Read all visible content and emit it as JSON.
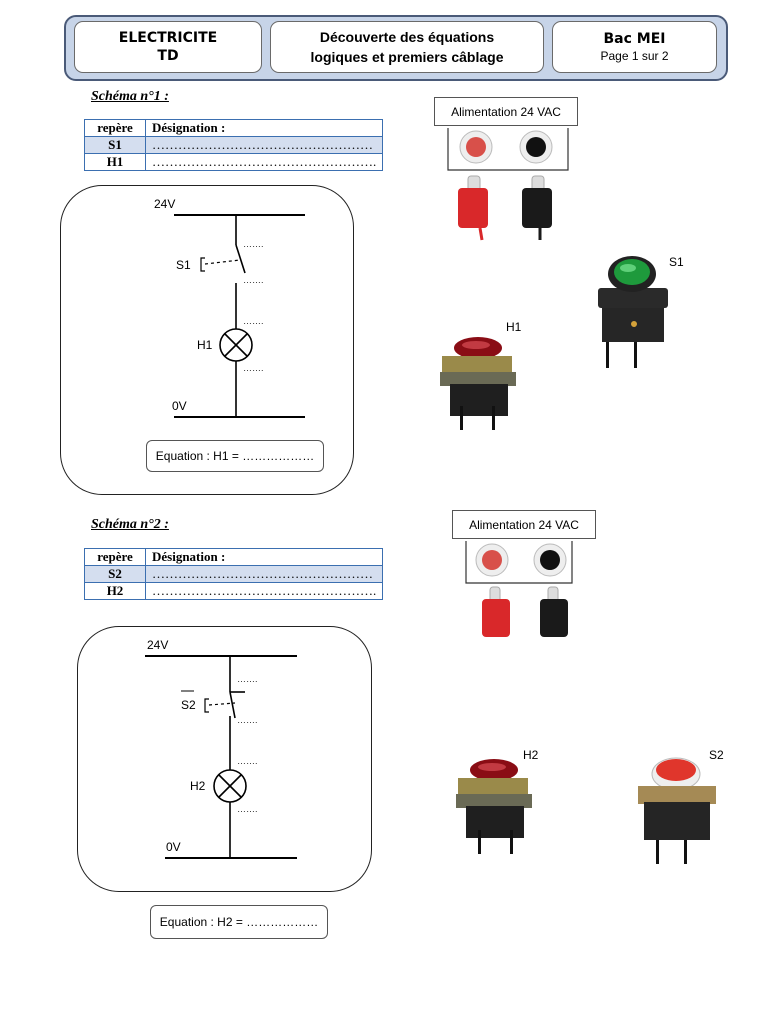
{
  "header": {
    "subject_line1": "ELECTRICITE",
    "subject_line2": "TD",
    "title_line1": "Découverte des équations",
    "title_line2": "logiques et premiers câblage",
    "level": "Bac MEI",
    "page": "Page 1 sur 2"
  },
  "schema1": {
    "title": "Schéma n°1 :",
    "table": {
      "headers": [
        "repère",
        "Désignation :"
      ],
      "rows": [
        {
          "repere": "S1",
          "designation": "……………………………………………"
        },
        {
          "repere": "H1",
          "designation": "……………………………………………."
        }
      ]
    },
    "circuit": {
      "top_voltage": "24V",
      "bottom_voltage": "0V",
      "switch_label": "S1",
      "lamp_label": "H1",
      "dots": "……."
    },
    "equation": "Equation : H1 = ………………",
    "supply_label": "Alimentation 24 VAC",
    "photo_labels": {
      "pushbutton": "S1",
      "lamp": "H1"
    },
    "colors": {
      "indicator_red": "#d8504a",
      "indicator_black": "#111111",
      "button_green": "#1e9a3c",
      "lamp_red": "#8a0d15"
    }
  },
  "schema2": {
    "title": "Schéma n°2 :",
    "table": {
      "headers": [
        "repère",
        "Désignation :"
      ],
      "rows": [
        {
          "repere": "S2",
          "designation": "……………………………………………"
        },
        {
          "repere": "H2",
          "designation": "……………………………………………."
        }
      ]
    },
    "circuit": {
      "top_voltage": "24V",
      "bottom_voltage": "0V",
      "switch_label": "S2",
      "lamp_label": "H2",
      "dots": "……."
    },
    "equation": "Equation : H2 = ………………",
    "supply_label": "Alimentation 24 VAC",
    "photo_labels": {
      "lamp": "H2",
      "pushbutton": "S2"
    },
    "colors": {
      "indicator_red": "#d8504a",
      "indicator_black": "#111111",
      "button_red": "#e0362c",
      "lamp_red": "#8a0d15"
    }
  }
}
